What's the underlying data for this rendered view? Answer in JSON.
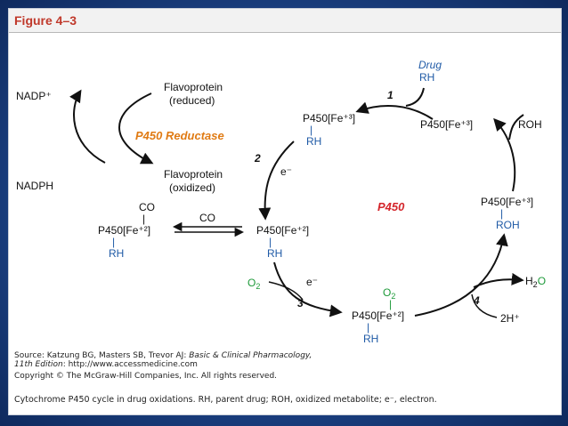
{
  "figure_title": "Figure 4–3",
  "diagram": {
    "nadp_plus": "NADP⁺",
    "nadph": "NADPH",
    "flavo_reduced_1": "Flavoprotein",
    "flavo_reduced_2": "(reduced)",
    "flavo_oxidized_1": "Flavoprotein",
    "flavo_oxidized_2": "(oxidized)",
    "p450_reductase": "P450 Reductase",
    "p450_center": "P450",
    "step1": "1",
    "step2": "2",
    "step3": "3",
    "step4": "4",
    "drug": "Drug",
    "rh": "RH",
    "p450_fe3": "P450[Fe⁺³]",
    "p450_fe2": "P450[Fe⁺²]",
    "bond": "|",
    "co": "CO",
    "e_minus": "e⁻",
    "o2_o": "O",
    "o2_sub": "2",
    "roh": "ROH",
    "h2o_h": "H",
    "h2o_sub": "2",
    "h2o_o": "O",
    "two_h_plus": "2H⁺"
  },
  "footer": {
    "source_prefix": "Source: Katzung BG, Masters SB, Trevor AJ: ",
    "source_title": "Basic & Clinical Pharmacology,",
    "edition": "11th Edition",
    "url_part": ": http://www.accessmedicine.com",
    "copyright": "Copyright © The McGraw-Hill Companies, Inc. All rights reserved.",
    "caption": "Cytochrome P450 cycle in drug oxidations. RH, parent drug; ROH, oxidized metabolite; e⁻, electron."
  },
  "colors": {
    "title_red": "#c0392b",
    "blue": "#1f5aa6",
    "green": "#1e9a3a",
    "orange": "#e07b14",
    "red": "#d4262c"
  }
}
